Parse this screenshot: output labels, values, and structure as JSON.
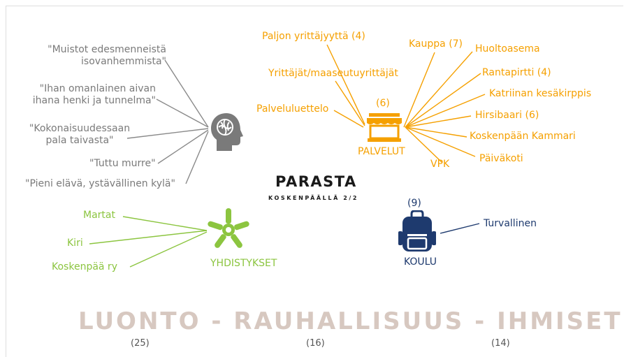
{
  "title": "PARASTA",
  "subtitle": "KOSKENPÄÄLLÄ 2/2",
  "colors": {
    "grey": "#7a7a7a",
    "orange": "#f5a000",
    "green": "#8cc540",
    "navy": "#1e3a6e",
    "big_text": "#d7c8c0"
  },
  "quotes": {
    "icon": "brain-head-icon",
    "items": [
      {
        "line1": "\"Muistot edesmenneistä",
        "line2": "isovanhemmista\""
      },
      {
        "line1": "\"Ihan omanlainen aivan",
        "line2": "ihana henki ja tunnelma\""
      },
      {
        "line1": "\"Kokonaisuudessaan",
        "line2": "pala taivasta\""
      },
      {
        "line1": "\"Tuttu murre\""
      },
      {
        "line1": "\"Pieni elävä, ystävällinen kylä\""
      }
    ]
  },
  "palvelut": {
    "label": "PALVELUT",
    "count": "(6)",
    "icon": "shop-icon",
    "left_items": [
      "Paljon yrittäjyyttä (4)",
      "Yrittäjät/maaseutuyrittäjät",
      "Palveluluettelo"
    ],
    "right_items": [
      "Kauppa (7)",
      "Huoltoasema",
      "Rantapirtti (4)",
      "Katriinan kesäkirppis",
      "Hirsibaari (6)",
      "Koskenpään Kammari",
      "Päiväkoti",
      "VPK"
    ]
  },
  "yhdistykset": {
    "label": "YHDISTYKSET",
    "icon": "hands-together-icon",
    "items": [
      "Martat",
      "Kiri",
      "Koskenpää ry"
    ]
  },
  "koulu": {
    "label": "KOULU",
    "count": "(9)",
    "icon": "backpack-icon",
    "items": [
      "Turvallinen"
    ]
  },
  "bottom": {
    "text": "LUONTO - RAUHALLISUUS - IHMISET",
    "counts": [
      "(25)",
      "(16)",
      "(14)"
    ]
  }
}
